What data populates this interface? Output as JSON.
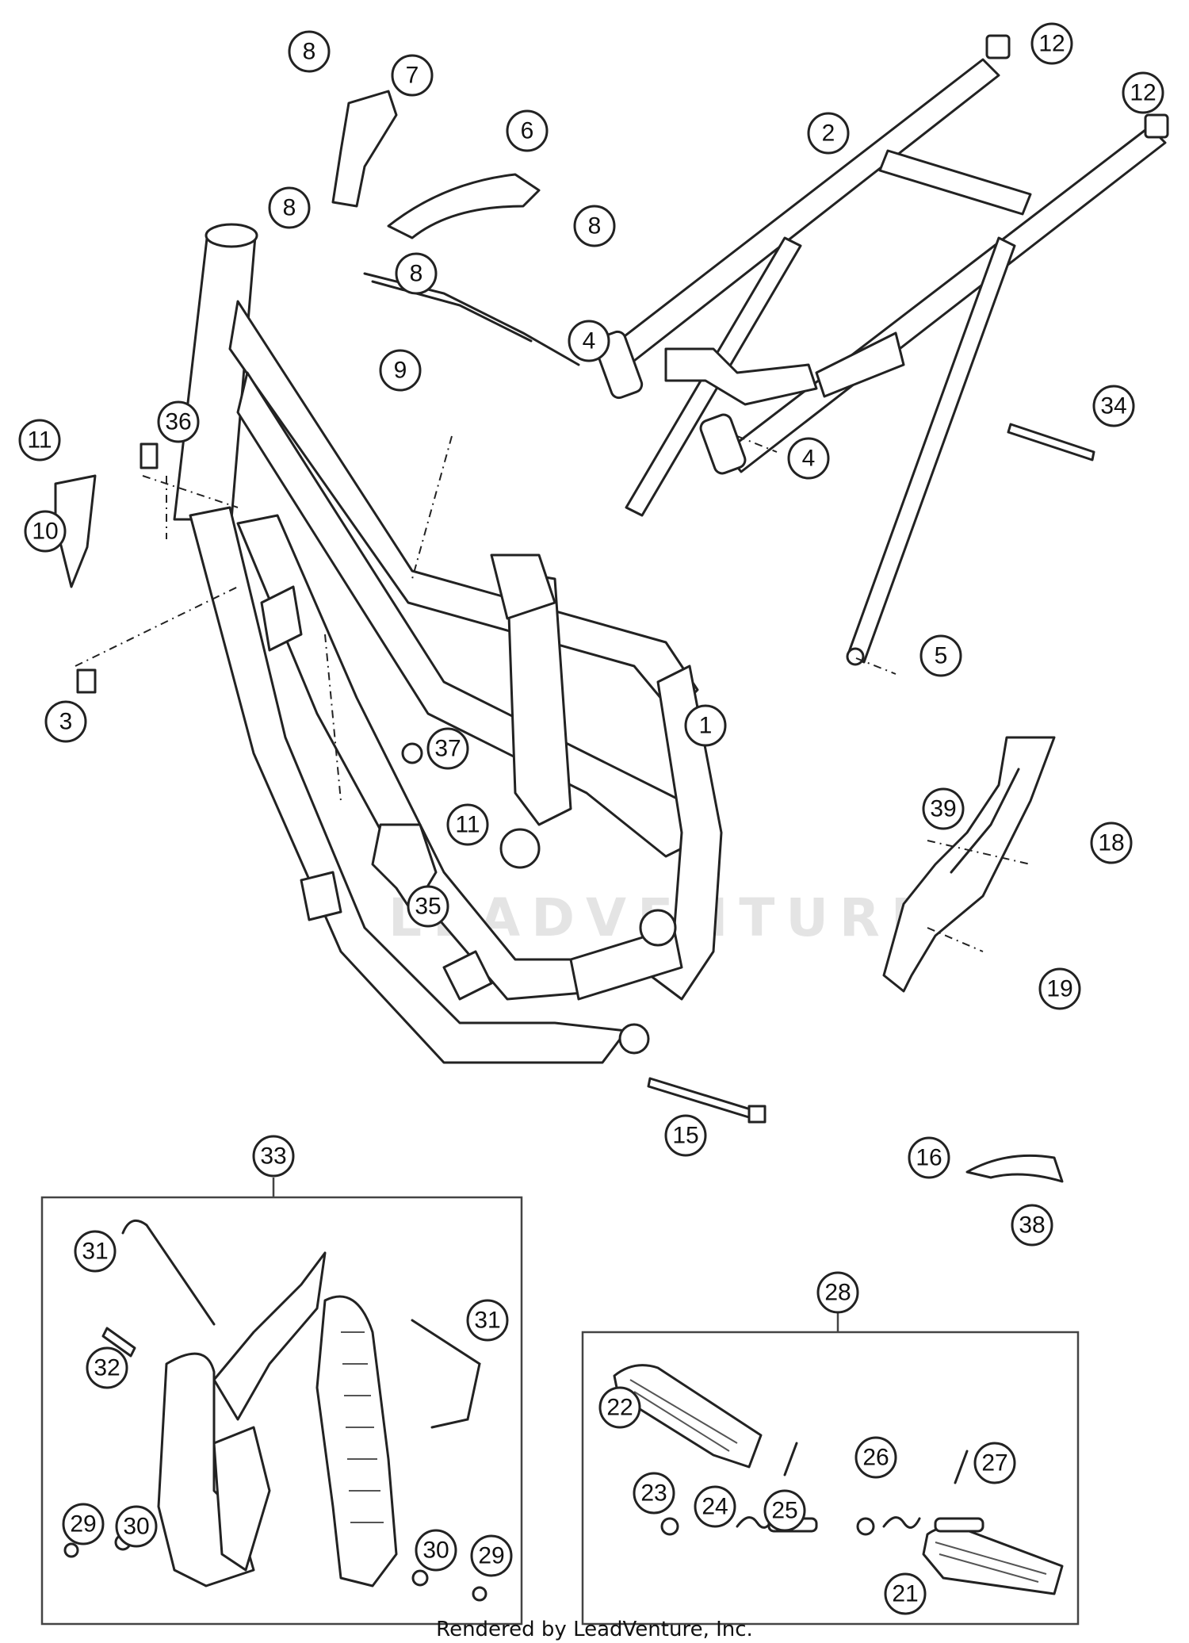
{
  "footer_text": "Rendered by LeadVenture, Inc.",
  "watermark_text": "LEADVENTURE",
  "colors": {
    "line": "#222222",
    "background": "#ffffff",
    "watermark": "#e4e4e4"
  },
  "callouts": [
    {
      "id": "1",
      "label": "1"
    },
    {
      "id": "2",
      "label": "2"
    },
    {
      "id": "3",
      "label": "3"
    },
    {
      "id": "4a",
      "label": "4"
    },
    {
      "id": "4b",
      "label": "4"
    },
    {
      "id": "5",
      "label": "5"
    },
    {
      "id": "6",
      "label": "6"
    },
    {
      "id": "7",
      "label": "7"
    },
    {
      "id": "8a",
      "label": "8"
    },
    {
      "id": "8b",
      "label": "8"
    },
    {
      "id": "8c",
      "label": "8"
    },
    {
      "id": "8d",
      "label": "8"
    },
    {
      "id": "9",
      "label": "9"
    },
    {
      "id": "10",
      "label": "10"
    },
    {
      "id": "11a",
      "label": "11"
    },
    {
      "id": "11b",
      "label": "11"
    },
    {
      "id": "12a",
      "label": "12"
    },
    {
      "id": "12b",
      "label": "12"
    },
    {
      "id": "15",
      "label": "15"
    },
    {
      "id": "16",
      "label": "16"
    },
    {
      "id": "18",
      "label": "18"
    },
    {
      "id": "19",
      "label": "19"
    },
    {
      "id": "21",
      "label": "21"
    },
    {
      "id": "22",
      "label": "22"
    },
    {
      "id": "23",
      "label": "23"
    },
    {
      "id": "24",
      "label": "24"
    },
    {
      "id": "25",
      "label": "25"
    },
    {
      "id": "26",
      "label": "26"
    },
    {
      "id": "27",
      "label": "27"
    },
    {
      "id": "28",
      "label": "28"
    },
    {
      "id": "29a",
      "label": "29"
    },
    {
      "id": "29b",
      "label": "29"
    },
    {
      "id": "30a",
      "label": "30"
    },
    {
      "id": "30b",
      "label": "30"
    },
    {
      "id": "31a",
      "label": "31"
    },
    {
      "id": "31b",
      "label": "31"
    },
    {
      "id": "32",
      "label": "32"
    },
    {
      "id": "33",
      "label": "33"
    },
    {
      "id": "34",
      "label": "34"
    },
    {
      "id": "35",
      "label": "35"
    },
    {
      "id": "36",
      "label": "36"
    },
    {
      "id": "37",
      "label": "37"
    },
    {
      "id": "38",
      "label": "38"
    },
    {
      "id": "39",
      "label": "39"
    }
  ]
}
